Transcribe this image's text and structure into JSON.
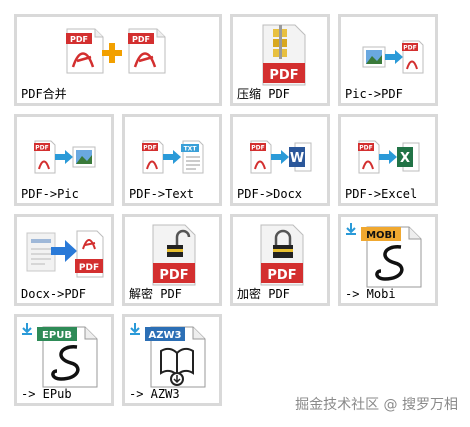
{
  "tiles": [
    {
      "label": "PDF合并",
      "icon": "pdf-merge-icon"
    },
    {
      "label": "压缩 PDF",
      "icon": "pdf-compress-icon"
    },
    {
      "label": "Pic->PDF",
      "icon": "pic-to-pdf-icon"
    },
    {
      "label": "PDF->Pic",
      "icon": "pdf-to-pic-icon"
    },
    {
      "label": "PDF->Text",
      "icon": "pdf-to-text-icon"
    },
    {
      "label": "PDF->Docx",
      "icon": "pdf-to-docx-icon"
    },
    {
      "label": "PDF->Excel",
      "icon": "pdf-to-excel-icon"
    },
    {
      "label": "Docx->PDF",
      "icon": "docx-to-pdf-icon"
    },
    {
      "label": "解密 PDF",
      "icon": "pdf-decrypt-icon"
    },
    {
      "label": "加密 PDF",
      "icon": "pdf-encrypt-icon"
    },
    {
      "label": "-> Mobi",
      "icon": "to-mobi-icon"
    },
    {
      "label": "-> EPub",
      "icon": "to-epub-icon"
    },
    {
      "label": "-> AZW3",
      "icon": "to-azw3-icon"
    }
  ],
  "badges": {
    "pdf": "PDF",
    "txt": "TXT",
    "word": "W",
    "excel": "X",
    "mobi": "MOBI",
    "epub": "EPUB",
    "azw3": "AZW3"
  },
  "watermark": "掘金技术社区 @ 搜罗万相",
  "colors": {
    "pdf_red": "#d32f2f",
    "tile_border": "#d9d9d9",
    "word_blue": "#2b579a",
    "excel_green": "#217346",
    "mobi_orange": "#f0a830",
    "epub_green": "#2e8b57",
    "azw3_blue": "#2c6fb5"
  }
}
